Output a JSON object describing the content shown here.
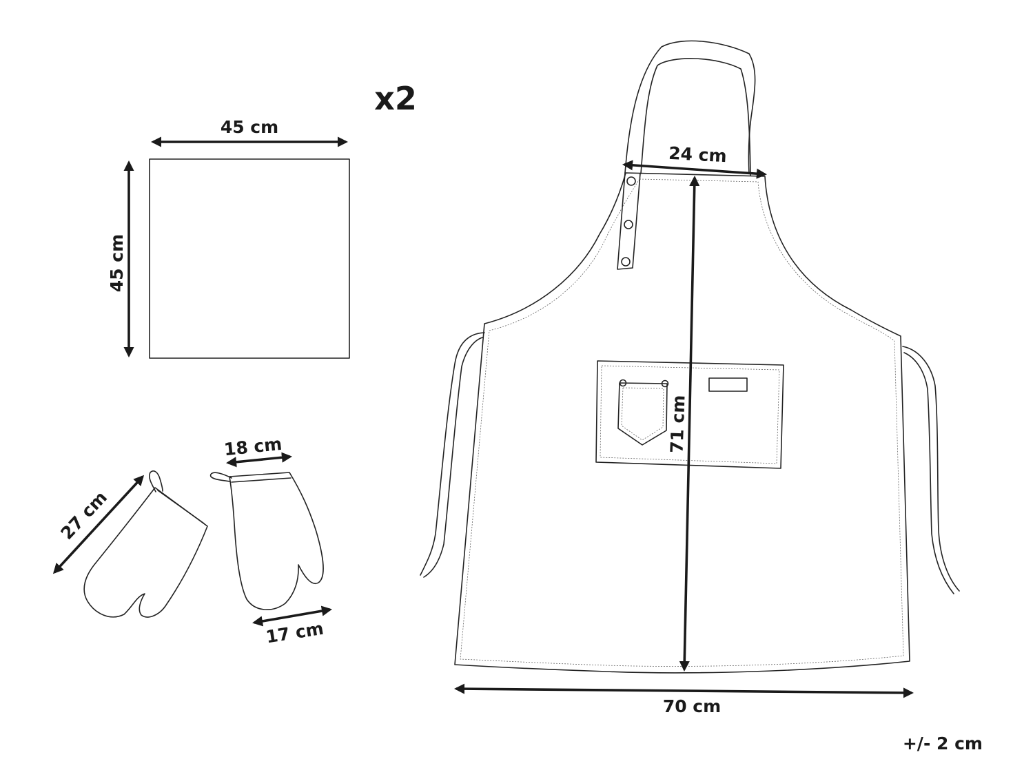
{
  "quantity_label": "x2",
  "napkin": {
    "width_label": "45 cm",
    "height_label": "45 cm"
  },
  "oven_mitt": {
    "length_label": "27 cm",
    "top_width_label": "18 cm",
    "bottom_width_label": "17 cm"
  },
  "apron": {
    "neck_label": "24 cm",
    "length_label": "71 cm",
    "width_label": "70 cm"
  },
  "tolerance_label": "+/- 2 cm"
}
